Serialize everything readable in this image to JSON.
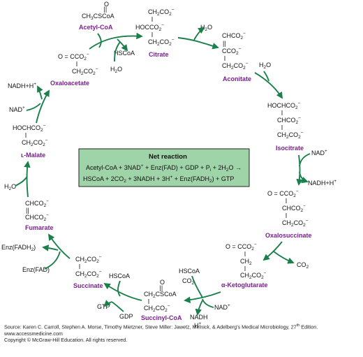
{
  "compounds": {
    "acetyl_coa": {
      "name": "Acetyl-CoA",
      "line_o": "O",
      "line_eq": "||",
      "line1": "CH3CSCoA"
    },
    "citrate": {
      "name": "Citrate",
      "line1": "CH2CO2−",
      "line2": "HOCCO2−",
      "line3": "CH2CO2−"
    },
    "aconitate": {
      "name": "Aconitate",
      "line1": "CHCO2−",
      "line2": "CCO2−",
      "line3": "CH2CO2−",
      "bond": "||"
    },
    "isocitrate": {
      "name": "Isocitrate",
      "line1": "HOCHCO2−",
      "line2": "CHCO2−",
      "line3": "CH2CO2−"
    },
    "oxalosuccinate": {
      "name": "Oxalosuccinate",
      "line1": "O = CCO2−",
      "line2": "CHCO2−",
      "line3": "CH2CO2−"
    },
    "alpha_ketoglutarate": {
      "name": "α-Ketoglutarate",
      "line1": "O = CCO2−",
      "line2": "CH2",
      "line3": "CH2CO2−"
    },
    "succinyl_coa": {
      "name": "Succinyl-CoA",
      "line_o": "O",
      "line_eq": "||",
      "line1": "CH2CSCoA",
      "line2": "CH2CO2−"
    },
    "succinate": {
      "name": "Succinate",
      "line1": "CH2CO2−",
      "line2": "CH2CO2−"
    },
    "fumarate": {
      "name": "Fumarate",
      "line1": "CHCO2−",
      "line2": "||",
      "line3": "CHCO2−"
    },
    "malate": {
      "name": "ʟ-Malate",
      "line1": "HOCHCO2−",
      "line2": "CH2CO2−"
    },
    "oxaloacetate": {
      "name": "Oxaloacetate",
      "line1": "O = CCO2−",
      "line2": "CH2CO2−"
    }
  },
  "reagents": {
    "h2o_citrate": "H2O",
    "hscoa_citrate": "HSCoA",
    "h2o_aconitate_out": "H2O",
    "h2o_aconitate_in": "H2O",
    "nad_isocitrate": "NAD+",
    "nadh_isocitrate": "NADH+H+",
    "co2_oxalosuccinate": "CO2",
    "hscoa_akg": "HSCoA",
    "co2_akg": "CO2",
    "nad_akg": "NAD+",
    "nadh_akg": "NADH",
    "h_akg": "H+",
    "hscoa_succinyl": "HSCoA",
    "gtp": "GTP",
    "gdp": "GDP",
    "enz_fadh2": "Enz(FADH2)",
    "enz_fad": "Enz(FAD)",
    "h2o_fumarate": "H2O",
    "nad_malate": "NAD+",
    "nadh_malate": "NADH+H+"
  },
  "net_reaction": {
    "title": "Net reaction",
    "line1": "Acetyl-CoA + 3NAD+ + Enz(FAD) + GDP + Pi + 2H2O →",
    "line2": "HSCoA + 2CO2 + 3NADH + 3H+ + Enz(FADH2) + GTP"
  },
  "source": {
    "line1": "Source: Karen C. Carroll, Stephen A. Morse, Timothy Mietzner, Steve Miller: Jawetz, Melnick, & Adelberg's Medical Microbiology, 27th Edition.",
    "line2": "www.accessmedicine.com",
    "line3": "Copyright © McGraw-Hill Education.  All rights reserved."
  },
  "colors": {
    "arrow": "#1a7f4a",
    "compound_name": "#7a1f8f",
    "net_box_fill": "#9fd3a8",
    "net_box_border": "#222222"
  }
}
